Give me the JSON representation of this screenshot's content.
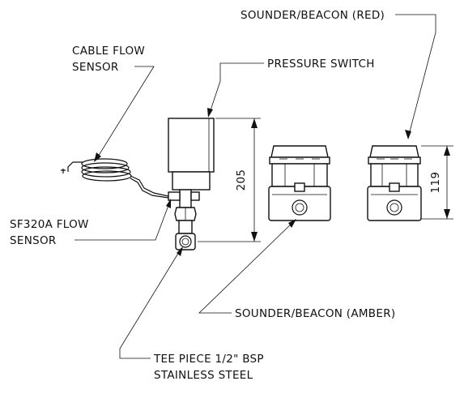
{
  "diagram": {
    "labels": {
      "sounder_red": "SOUNDER/BEACON (RED)",
      "cable_flow_1": "CABLE FLOW",
      "cable_flow_2": "SENSOR",
      "pressure_switch": "PRESSURE SWITCH",
      "sf320a_1": "SF320A FLOW",
      "sf320a_2": "SENSOR",
      "sounder_amber": "SOUNDER/BEACON (AMBER)",
      "tee_1": "TEE PIECE 1/2\" BSP",
      "tee_2": "STAINLESS STEEL"
    },
    "dimensions": {
      "pressure_switch_height": "205",
      "sounder_height": "119"
    }
  }
}
